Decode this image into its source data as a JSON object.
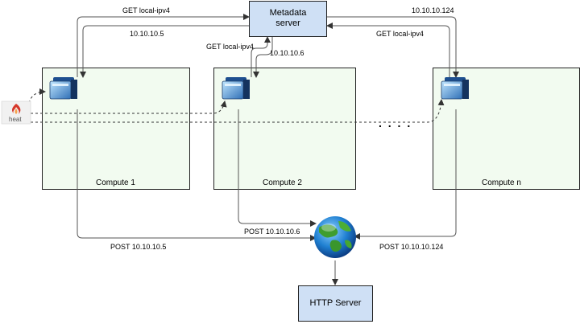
{
  "metadata_server": {
    "line1": "Metadata",
    "line2": "server"
  },
  "http_server": {
    "label": "HTTP Server"
  },
  "heat": {
    "label": "heat"
  },
  "computes": [
    {
      "label": "Compute 1"
    },
    {
      "label": "Compute 2"
    },
    {
      "label": "Compute n"
    }
  ],
  "ellipsis": ". . . .",
  "edge_labels": {
    "get_left": "GET local-ipv4",
    "ip_left": "10.10.10.5",
    "get_middle": "GET local-ipv4",
    "ip_middle": "10.10.10.6",
    "ip_right": "10.10.10.124",
    "get_right": "GET local-ipv4",
    "post_left": "POST 10.10.10.5",
    "post_middle": "POST 10.10.10.6",
    "post_right": "POST 10.10.10.124"
  },
  "colors": {
    "compute_fill": "#f2fbf0",
    "server_fill": "#cfe0f5",
    "line": "#555555"
  }
}
